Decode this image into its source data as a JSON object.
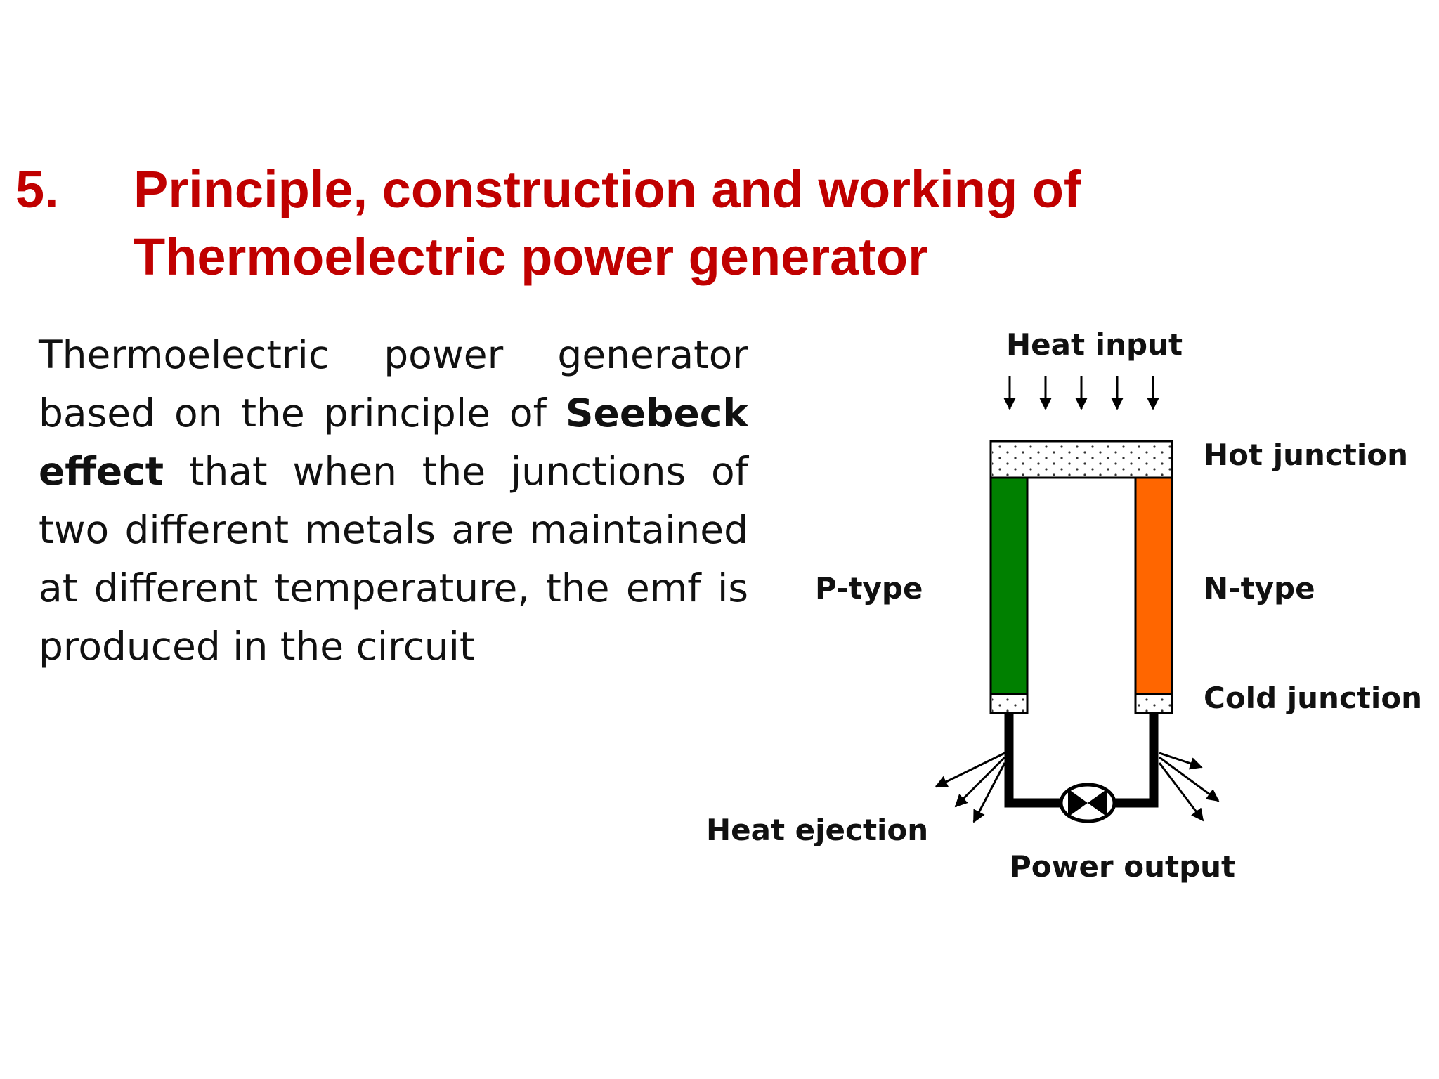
{
  "title": {
    "number": "5.",
    "line1": "Principle, construction and working of",
    "line2": "Thermoelectric power generator"
  },
  "body": {
    "part1": "Thermoelectric power generator based on the principle of ",
    "bold": "Seebeck effect",
    "part2": " that when the junctions of two different metals are maintained at different temperature, the emf is produced in the circuit"
  },
  "diagram": {
    "heat_input": "Heat input",
    "hot_junction": "Hot junction",
    "p_type": "P-type",
    "n_type": "N-type",
    "cold_junction": "Cold junction",
    "heat_ejection": "Heat ejection",
    "power_output": "Power output",
    "colors": {
      "p_type": "#008000",
      "n_type": "#ff6600",
      "title": "#c00000"
    }
  }
}
